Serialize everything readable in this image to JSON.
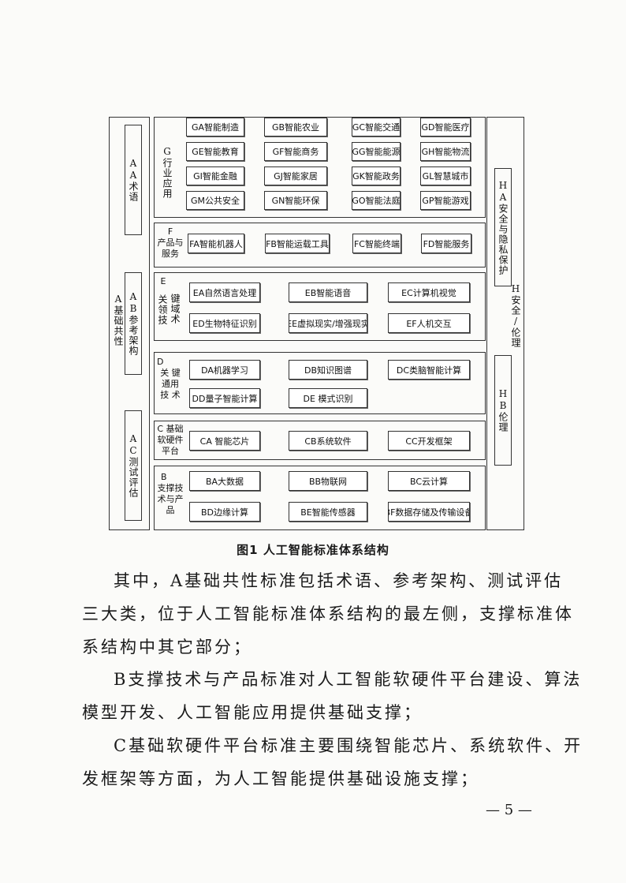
{
  "left_column": {
    "a_label": "A基础共性",
    "aa_label": "AA术语",
    "ab_label": "AB参考架构",
    "ac_label": "AC测试评估"
  },
  "right_column": {
    "h_label": "H安全/伦理",
    "ha_label": "HA安全与隐私保护",
    "hb_label": "HB伦理"
  },
  "rows": {
    "g": {
      "label": "G行业应用",
      "items": [
        "GA智能制造",
        "GB智能农业",
        "GC智能交通",
        "GD智能医疗",
        "GE智能教育",
        "GF智能商务",
        "GG智能能源",
        "GH智能物流",
        "GI智能金融",
        "GJ智能家居",
        "GK智能政务",
        "GL智慧城市",
        "GM公共安全",
        "GN智能环保",
        "GO智能法庭",
        "GP智能游戏"
      ]
    },
    "f": {
      "label_letter": "F",
      "label_line1": "产品与",
      "label_line2": "服务",
      "items": [
        "FA智能机器人",
        "FB智能运载工具",
        "FC智能终端",
        "FD智能服务"
      ]
    },
    "e": {
      "label_letter": "E",
      "label_cols": [
        "关领技",
        "键域术"
      ],
      "items": [
        "EA自然语言处理",
        "EB智能语音",
        "EC计算机视觉",
        "ED生物特征识别",
        "EE虚拟现实/增强现实",
        "EF人机交互"
      ]
    },
    "d": {
      "label_letter": "D",
      "label_line1": "关 键",
      "label_line2": "通用",
      "label_line3": "技 术",
      "items": [
        "DA机器学习",
        "DB知识图谱",
        "DC类脑智能计算",
        "DD量子智能计算",
        "DE 模式识别"
      ]
    },
    "c": {
      "label_line1": "C 基础",
      "label_line2": "软硬件",
      "label_line3": "平台",
      "items": [
        "CA 智能芯片",
        "CB系统软件",
        "CC开发框架"
      ]
    },
    "b": {
      "label_letter": "B",
      "label_line1": "支撑技",
      "label_line2": "术与产",
      "label_line3": "品",
      "items": [
        "BA大数据",
        "BB物联网",
        "BC云计算",
        "BD边缘计算",
        "BE智能传感器",
        "BF数据存储及传输设备"
      ]
    }
  },
  "caption": "图1 人工智能标准体系结构",
  "paragraphs": [
    {
      "line1": "其中，A基础共性标准包括术语、参考架构、测试评估",
      "line2": "三大类，位于人工智能标准体系结构的最左侧，支撑标准体",
      "line3": "系结构中其它部分；"
    },
    {
      "line1": "B支撑技术与产品标准对人工智能软硬件平台建设、算法",
      "line2": "模型开发、人工智能应用提供基础支撑；"
    },
    {
      "line1": "C基础软硬件平台标准主要围绕智能芯片、系统软件、开",
      "line2": "发框架等方面，为人工智能提供基础设施支撑；"
    }
  ],
  "page_number": "— 5 —"
}
